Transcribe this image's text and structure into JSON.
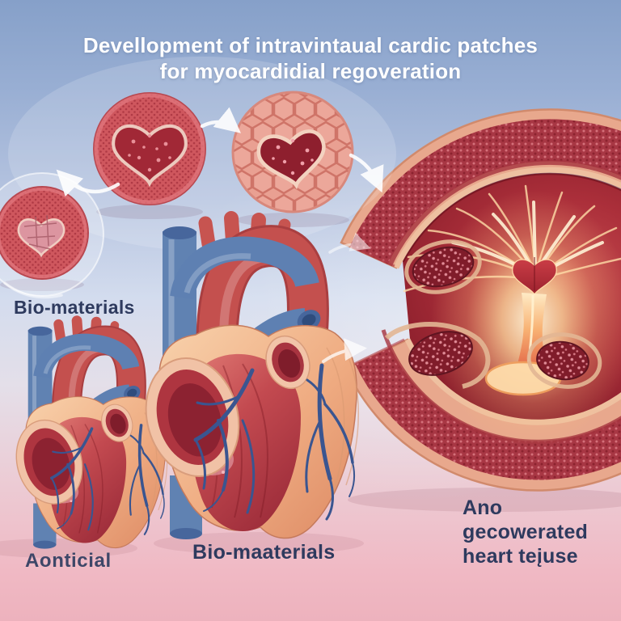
{
  "title": {
    "line1": "Devellopment of intravintaual cardic patches",
    "line2": "for myocardidial regoveration"
  },
  "labels": {
    "biomaterials_left": "Bio-materials",
    "aonticial": "Aonticial",
    "biomaterials_bottom": "Bio-maaterials",
    "regenerated_line1": "Ano gecowerated",
    "regenerated_line2": "heart teįuse"
  },
  "colors": {
    "background_top": "#86a0c9",
    "background_bottom": "#edb2bd",
    "title_text": "#ffffff",
    "label_text": "#2e3a5e",
    "patch_disc_red": "#cf575e",
    "patch_heart_dark_red": "#9c2433",
    "cell_patch_pink": "#e9a092",
    "heart_epicardium_peach": "#efac82",
    "heart_myocardium_red": "#c34a50",
    "vessel_blue": "#6082b2",
    "aorta_red": "#c4504e",
    "tissue_wall_peach": "#e8a88d",
    "tissue_chamber_red": "#9c2430",
    "regeneration_glow": "#ffdda8",
    "arrow_white": "#ffffff"
  }
}
